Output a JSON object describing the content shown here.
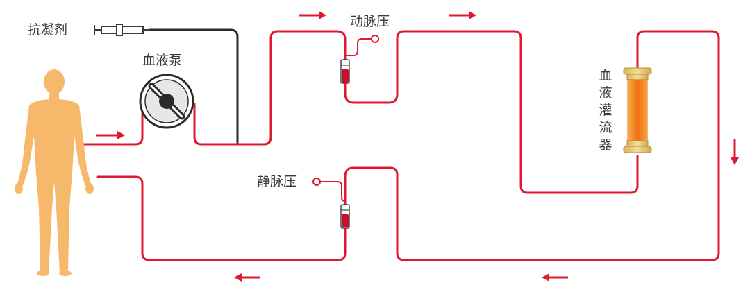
{
  "labels": {
    "anticoagulant": "抗凝剂",
    "blood_pump": "血液泵",
    "arterial_pressure": "动脉压",
    "venous_pressure": "静脉压",
    "perfusion_device": "血液灌流器"
  },
  "colors": {
    "tube": "#e0192f",
    "arrow": "#e0192f",
    "anticoagulant_line": "#2b2b2b",
    "body": "#f6b96b",
    "cartridge": "#ef7a1a",
    "cartridge_cap": "#e9c56a",
    "blood": "#c8102e",
    "text": "#3a3a3a"
  },
  "icons": {
    "human": "human-body-icon",
    "syringe": "syringe-icon",
    "pump": "blood-pump-icon",
    "chamber": "drip-chamber-icon",
    "cartridge": "perfusion-cartridge-icon"
  }
}
